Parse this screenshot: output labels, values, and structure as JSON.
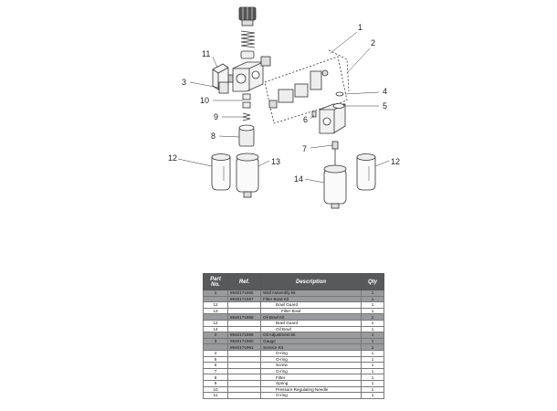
{
  "diagram": {
    "callouts": [
      "1",
      "2",
      "3",
      "4",
      "5",
      "6",
      "7",
      "8",
      "9",
      "10",
      "11",
      "12",
      "13",
      "14",
      "12"
    ]
  },
  "table": {
    "headers": {
      "part": "Part\nNo.",
      "ref": "Ref.",
      "description": "Description",
      "qty": "Qty"
    },
    "rows": [
      {
        "part": "1",
        "ref": "8940171956",
        "description": "Wall Assembly kit",
        "qty": "1",
        "group": true,
        "indent": 0
      },
      {
        "part": "",
        "ref": "8940171957",
        "description": "Filter Bowl Kit",
        "qty": "1",
        "group": true,
        "indent": 0
      },
      {
        "part": "12",
        "ref": "",
        "description": "Bowl Guard",
        "qty": "1",
        "group": false,
        "indent": 1
      },
      {
        "part": "13",
        "ref": "",
        "description": "Filter Bowl",
        "qty": "1",
        "group": false,
        "indent": 2
      },
      {
        "part": "",
        "ref": "8940171958",
        "description": "Oil Bowl Kit",
        "qty": "1",
        "group": true,
        "indent": 0
      },
      {
        "part": "12",
        "ref": "",
        "description": "Bowl Guard",
        "qty": "1",
        "group": false,
        "indent": 1
      },
      {
        "part": "14",
        "ref": "",
        "description": "Oil Bowl",
        "qty": "1",
        "group": false,
        "indent": 1
      },
      {
        "part": "2",
        "ref": "8940171959",
        "description": "Oil Adjustment kit",
        "qty": "1",
        "group": true,
        "indent": 0
      },
      {
        "part": "3",
        "ref": "8940171960",
        "description": "Gauge",
        "qty": "1",
        "group": true,
        "indent": 0
      },
      {
        "part": "",
        "ref": "8940171961",
        "description": "Service Kit",
        "qty": "1",
        "group": true,
        "indent": 0
      },
      {
        "part": "4",
        "ref": "",
        "description": "O-ring",
        "qty": "1",
        "group": false,
        "indent": 1
      },
      {
        "part": "5",
        "ref": "",
        "description": "O-ring",
        "qty": "1",
        "group": false,
        "indent": 1
      },
      {
        "part": "6",
        "ref": "",
        "description": "Screw",
        "qty": "1",
        "group": false,
        "indent": 1
      },
      {
        "part": "7",
        "ref": "",
        "description": "O-ring",
        "qty": "1",
        "group": false,
        "indent": 1
      },
      {
        "part": "8",
        "ref": "",
        "description": "Filter",
        "qty": "1",
        "group": false,
        "indent": 1
      },
      {
        "part": "9",
        "ref": "",
        "description": "Spring",
        "qty": "1",
        "group": false,
        "indent": 1
      },
      {
        "part": "10",
        "ref": "",
        "description": "Pressure Regulating Needle",
        "qty": "1",
        "group": false,
        "indent": 1
      },
      {
        "part": "11",
        "ref": "",
        "description": "O-ring",
        "qty": "1",
        "group": false,
        "indent": 1
      }
    ]
  },
  "colors": {
    "header_bg": "#58595b",
    "group_row_bg": "#9a9b9d"
  }
}
